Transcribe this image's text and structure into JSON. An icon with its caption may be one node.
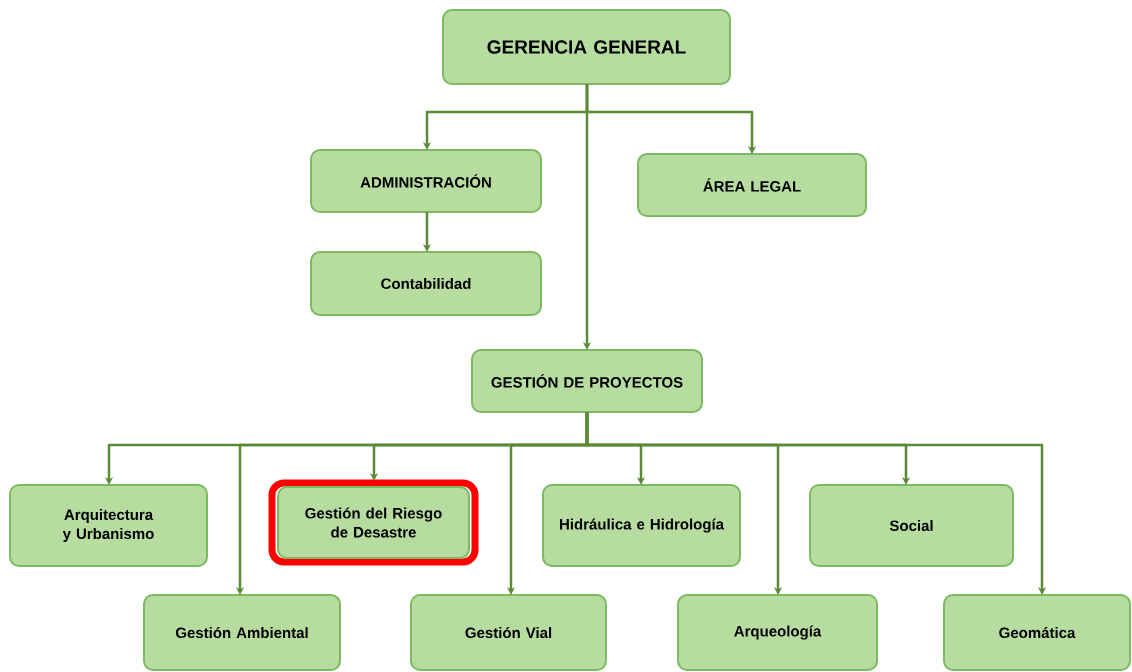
{
  "diagram": {
    "nodes": [
      {
        "text": [
          "GERENCIA GENERAL"
        ]
      },
      {
        "text": [
          "ADMINISTRACIÓN"
        ]
      },
      {
        "text": [
          "ÁREA LEGAL"
        ]
      },
      {
        "text": [
          "Contabilidad"
        ]
      },
      {
        "text": [
          "GESTIÓN DE PROYECTOS"
        ]
      },
      {
        "text": [
          "Arquitectura y Urbanismo"
        ]
      },
      {
        "text": [
          "Gestión del Riesgo de Desastre"
        ]
      },
      {
        "text": [
          "Hidráulica e Hidrología"
        ]
      },
      {
        "text": [
          "Social"
        ]
      },
      {
        "text": [
          "Gestión Ambiental"
        ]
      },
      {
        "text": [
          "Gestión Vial"
        ]
      },
      {
        "text": [
          "Arqueología"
        ]
      },
      {
        "text": [
          "Geomática"
        ]
      }
    ],
    "edges": [
      {
        "from": 0,
        "to": 1,
        "arrow": "to"
      },
      {
        "from": 0,
        "to": 2,
        "arrow": "to"
      },
      {
        "from": 0,
        "to": 4,
        "arrow": "to"
      },
      {
        "from": 1,
        "to": 3,
        "arrow": "to"
      },
      {
        "from": 4,
        "to": 5,
        "arrow": "to"
      },
      {
        "from": 4,
        "to": 9,
        "arrow": "to"
      },
      {
        "from": 4,
        "to": 6,
        "arrow": "to"
      },
      {
        "from": 4,
        "to": 10,
        "arrow": "to"
      },
      {
        "from": 4,
        "to": 7,
        "arrow": "to"
      },
      {
        "from": 4,
        "to": 11,
        "arrow": "to"
      },
      {
        "from": 4,
        "to": 8,
        "arrow": "to"
      },
      {
        "from": 4,
        "to": 12,
        "arrow": "to"
      }
    ]
  }
}
